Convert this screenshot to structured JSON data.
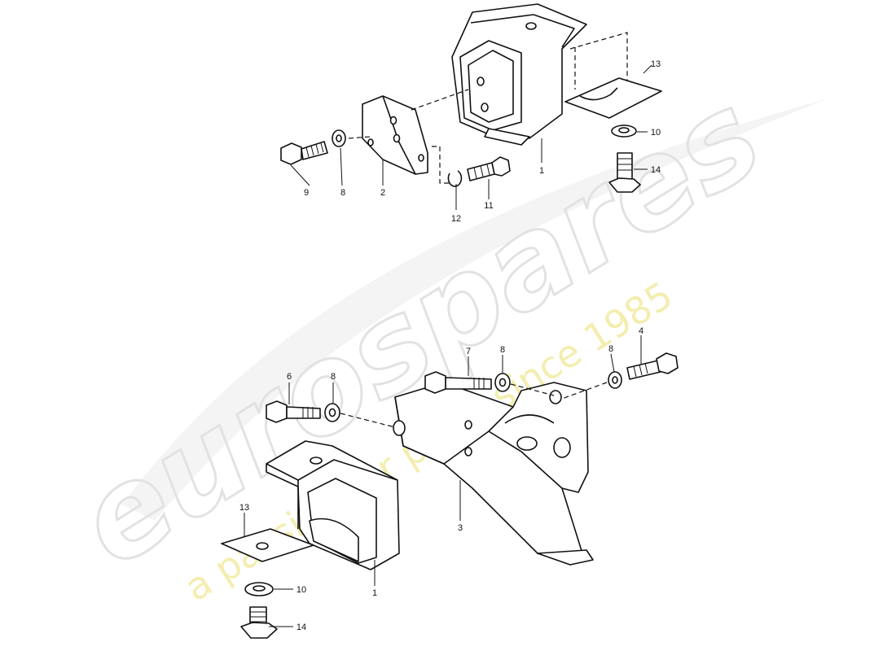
{
  "watermark": {
    "brand": "eurospares",
    "tagline": "a passion for parts since 1985"
  },
  "callouts": {
    "top": {
      "c1": "1",
      "c2": "2",
      "c8": "8",
      "c9": "9",
      "c10": "10",
      "c11": "11",
      "c12": "12",
      "c13": "13",
      "c14": "14"
    },
    "bottom": {
      "c1": "1",
      "c3": "3",
      "c4": "4",
      "c6": "6",
      "c7": "7",
      "c8a": "8",
      "c8b": "8",
      "c8c": "8",
      "c10": "10",
      "c13": "13",
      "c14": "14"
    }
  },
  "colors": {
    "line": "#111111",
    "watermark_gray": "#e6e6e6",
    "watermark_yellow": "#f4f0b0"
  }
}
